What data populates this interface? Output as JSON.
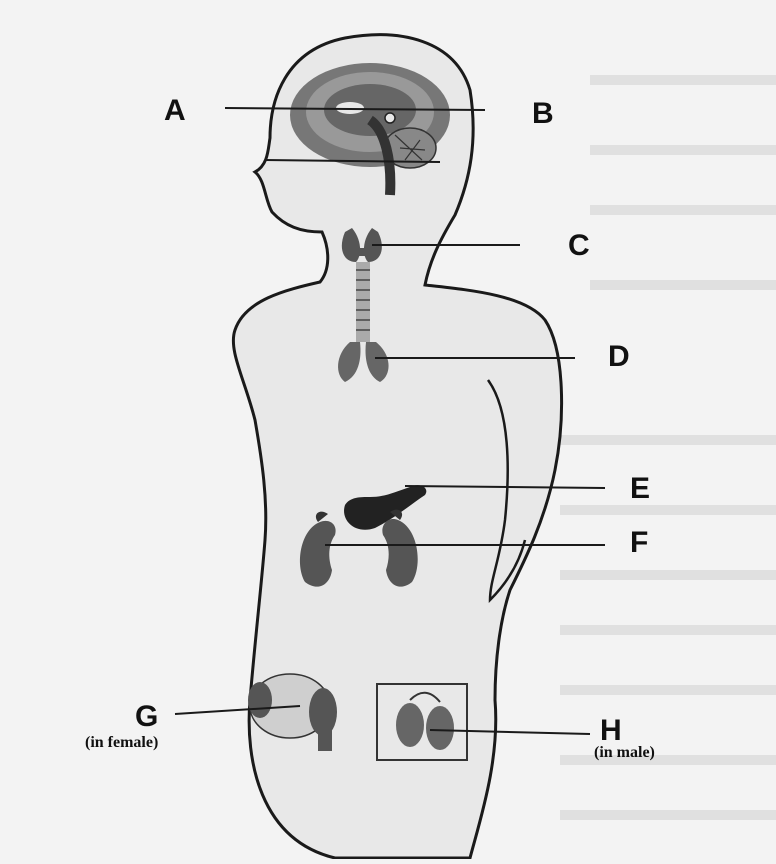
{
  "diagram": {
    "labels": {
      "A": "A",
      "B": "B",
      "C": "C",
      "D": "D",
      "E": "E",
      "F": "F",
      "G": "G",
      "H": "H"
    },
    "notes": {
      "G": "(in female)",
      "H": "(in male)"
    }
  }
}
